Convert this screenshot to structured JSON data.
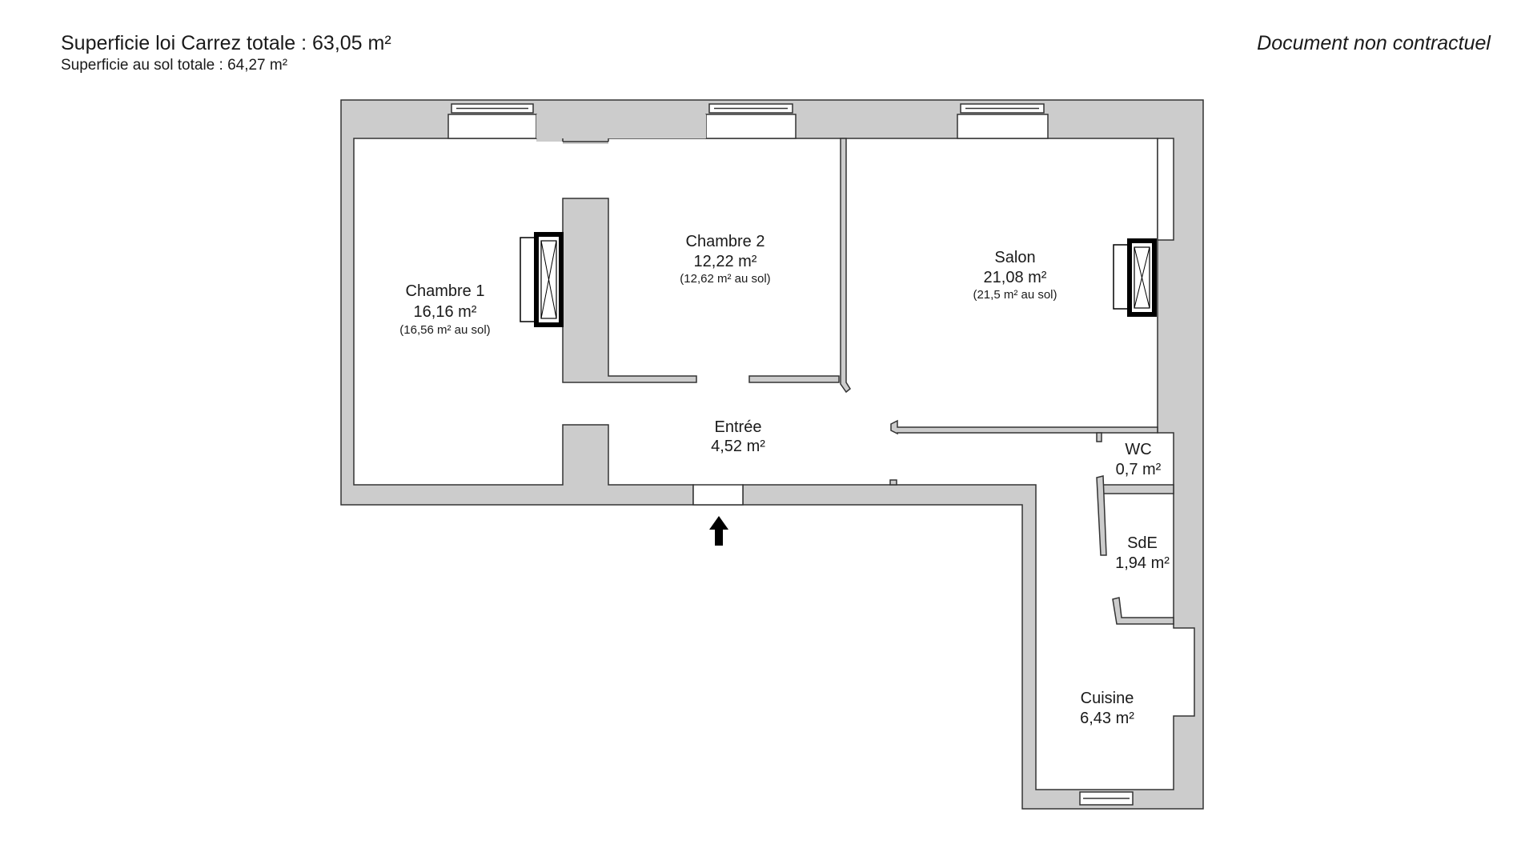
{
  "header": {
    "total_carrez": "Superficie loi Carrez totale : 63,05 m²",
    "total_sol": "Superficie au sol totale : 64,27 m²",
    "disclaimer": "Document non contractuel"
  },
  "rooms": {
    "chambre1": {
      "name": "Chambre 1",
      "area": "16,16 m²",
      "sol": "(16,56 m² au sol)"
    },
    "chambre2": {
      "name": "Chambre 2",
      "area": "12,22 m²",
      "sol": "(12,62 m² au sol)"
    },
    "salon": {
      "name": "Salon",
      "area": "21,08 m²",
      "sol": "(21,5 m² au sol)"
    },
    "entree": {
      "name": "Entrée",
      "area": "4,52 m²"
    },
    "wc": {
      "name": "WC",
      "area": "0,7 m²"
    },
    "sde": {
      "name": "SdE",
      "area": "1,94 m²"
    },
    "cuisine": {
      "name": "Cuisine",
      "area": "6,43 m²"
    }
  },
  "colors": {
    "wall": "#cccccc",
    "outline": "#333333",
    "background": "#ffffff",
    "fixture": "#000000"
  }
}
